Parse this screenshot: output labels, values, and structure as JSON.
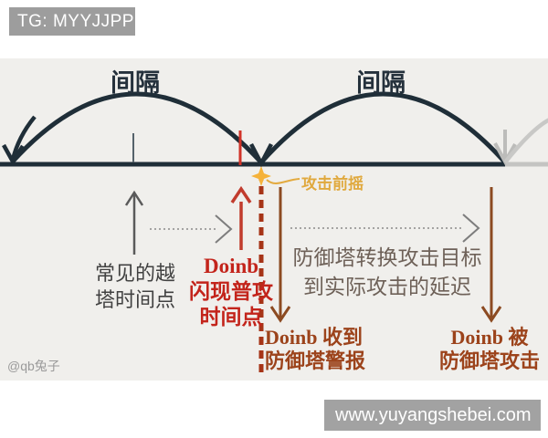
{
  "header": {
    "telegram_badge": "TG: MYYJJPP"
  },
  "diagram": {
    "interval1": "间隔",
    "interval2": "间隔",
    "attack_windup": "攻击前摇",
    "common_dive": {
      "line1": "常见的越",
      "line2": "塔时间点"
    },
    "doinb_flash": {
      "line1": "Doinb",
      "line2": "闪现普攻",
      "line3": "时间点"
    },
    "tower_delay": {
      "line1": "防御塔转换攻击目标",
      "line2": "到实际攻击的延迟"
    },
    "doinb_alert": {
      "line1": "Doinb 收到",
      "line2": "防御塔警报"
    },
    "doinb_attacked": {
      "line1": "Doinb 被",
      "line2": "防御塔攻击"
    },
    "watermark": "@qb兔子"
  },
  "footer": {
    "website": "www.yuyangshebei.com"
  },
  "icons": {
    "spark": "four-point-star-spark"
  },
  "colors": {
    "navy_timeline": "#1f2e38",
    "red_flash": "#c3241b",
    "red_line": "#d13328",
    "red_dash": "#a63417",
    "rust_arrow": "#8c4a21",
    "rust_text": "#9c431b",
    "gold_windup": "#e0a93e",
    "gray_future": "#c4c4c2",
    "gray_arrow": "#5a5a5a",
    "canvas_bg": "#f0efec",
    "badge_bg": "#9d9d9d",
    "footer_bg": "#a2a2a2"
  }
}
